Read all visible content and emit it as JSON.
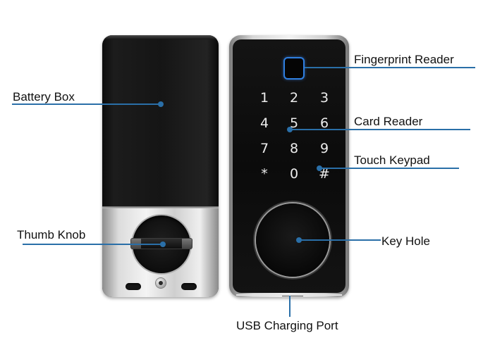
{
  "keypad": {
    "keys": [
      "1",
      "2",
      "3",
      "4",
      "5",
      "6",
      "7",
      "8",
      "9",
      "*",
      "0",
      "#"
    ]
  },
  "callouts": {
    "fingerprint_reader": "Fingerprint Reader",
    "battery_box": "Battery Box",
    "card_reader": "Card Reader",
    "touch_keypad": "Touch Keypad",
    "thumb_knob": "Thumb Knob",
    "key_hole": "Key Hole",
    "usb_charging_port": "USB Charging Port"
  },
  "colors": {
    "callout_line": "#2a6fa8",
    "fingerprint_glow": "#2f7fe0"
  }
}
